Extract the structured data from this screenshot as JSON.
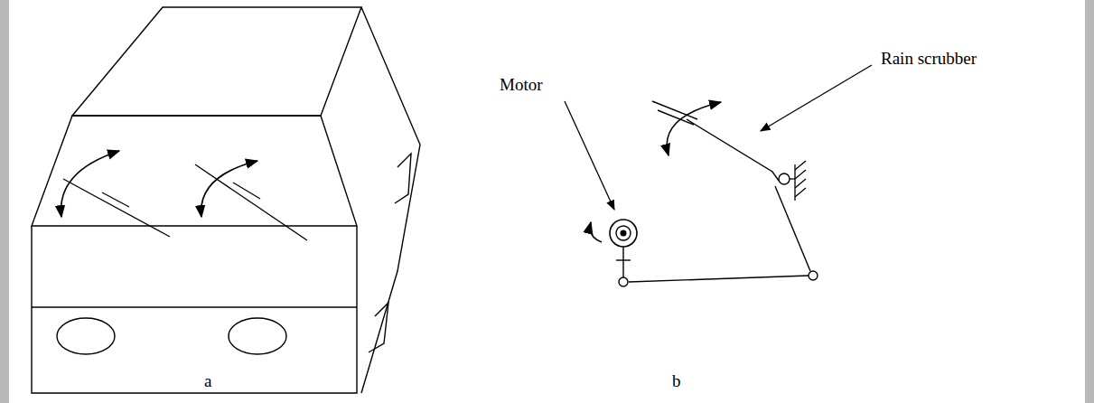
{
  "diagram": {
    "labels": [
      "Motor",
      "Rain scrubber",
      "a",
      "b"
    ]
  }
}
